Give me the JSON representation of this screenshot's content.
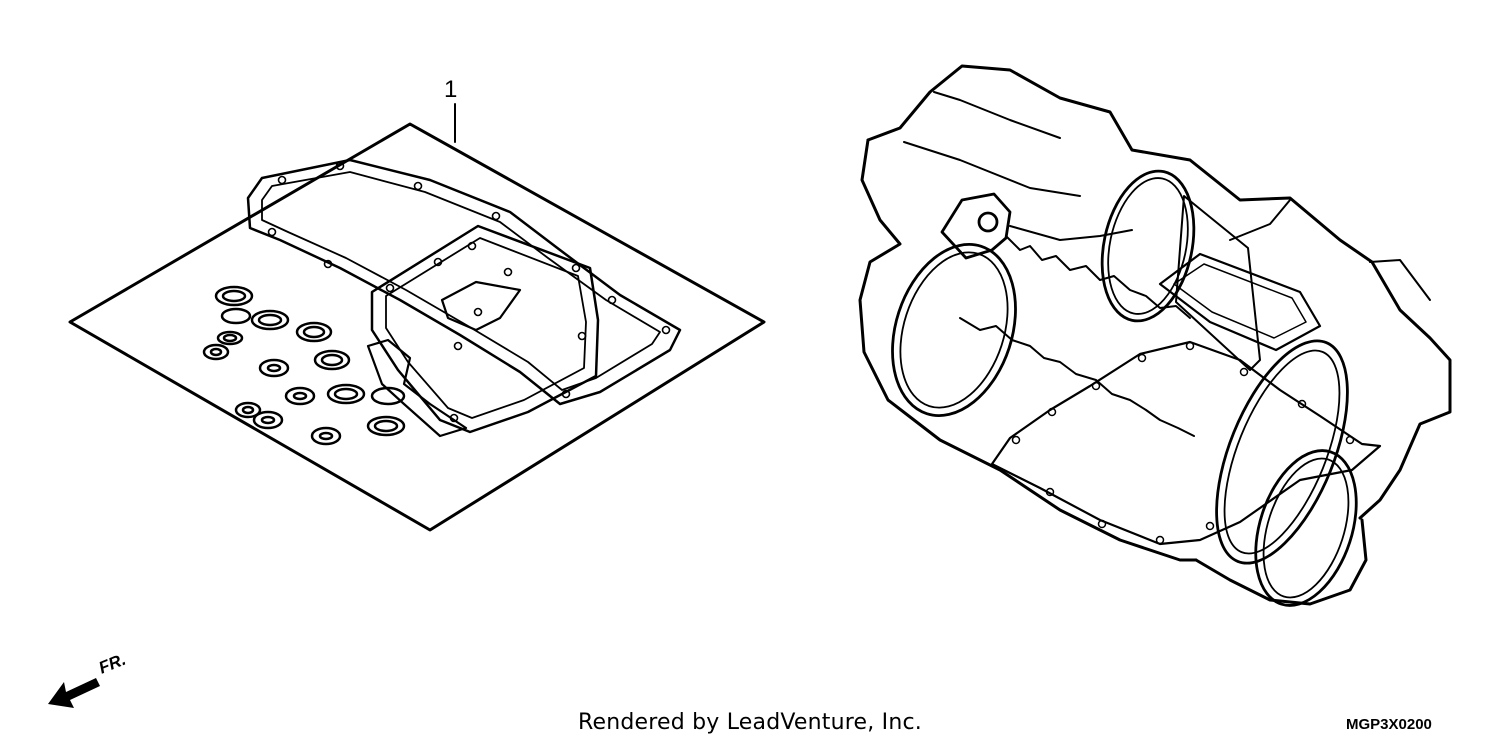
{
  "diagram": {
    "callout_number": "1",
    "direction_label": "FR.",
    "credit": "Rendered by LeadVenture, Inc.",
    "code": "MGP3X0200",
    "line_color": "#000000",
    "background": "#ffffff"
  }
}
